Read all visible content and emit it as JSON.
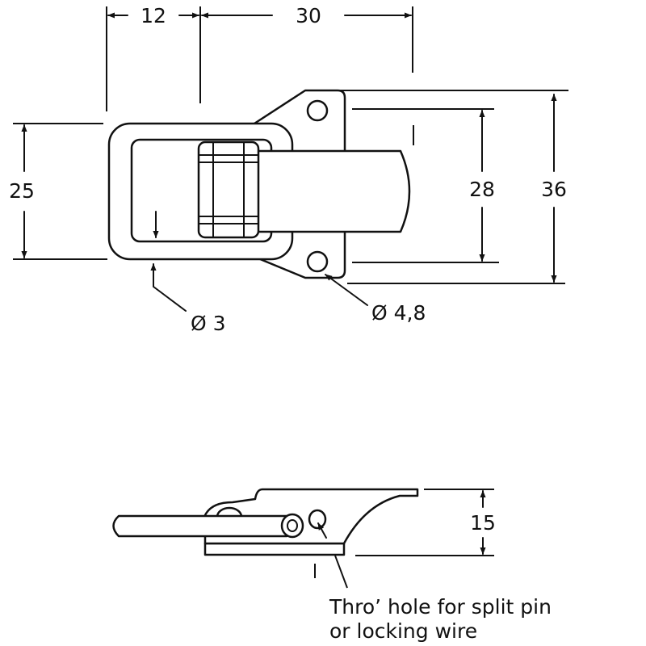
{
  "dimensions": {
    "width_12": "12",
    "width_30": "30",
    "height_25": "25",
    "height_28": "28",
    "height_36": "36",
    "hole_3": "Ø 3",
    "hole_4_8": "Ø 4,8",
    "height_15": "15"
  },
  "note": {
    "line1": "Thro’ hole for split pin",
    "line2": "or locking wire"
  },
  "colors": {
    "ink": "#111111",
    "paper": "#ffffff"
  }
}
